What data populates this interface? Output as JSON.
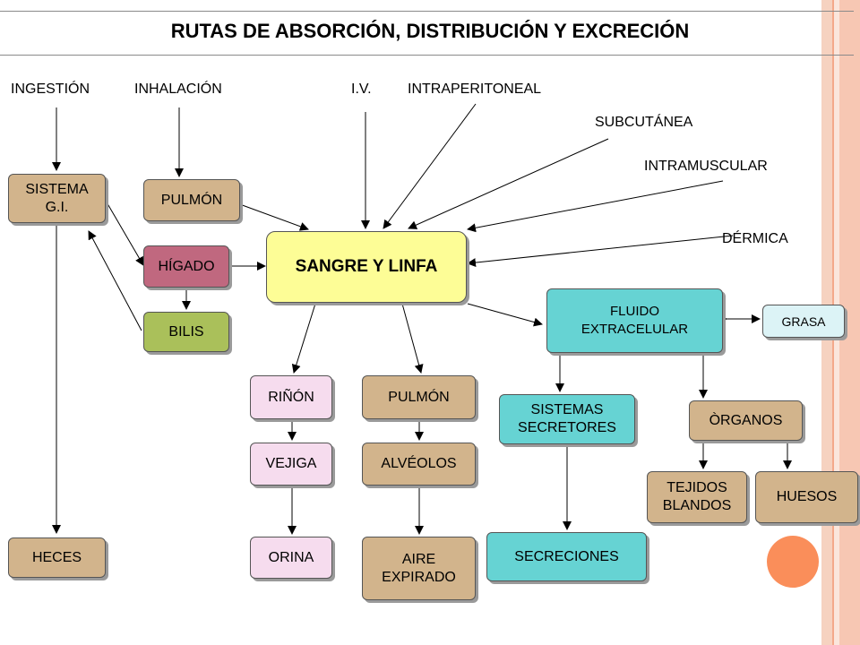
{
  "title": "RUTAS DE ABSORCIÓN, DISTRIBUCIÓN Y EXCRECIÓN",
  "routes": {
    "ingestion": "INGESTIÓN",
    "inhalacion": "INHALACIÓN",
    "iv": "I.V.",
    "intraperitoneal": "INTRAPERITONEAL",
    "subcutanea": "SUBCUTÁNEA",
    "intramuscular": "INTRAMUSCULAR",
    "dermica": "DÉRMICA"
  },
  "nodes": {
    "sistema_gi": "SISTEMA\nG.I.",
    "pulmon_top": "PULMÓN",
    "higado": "HÍGADO",
    "bilis": "BILIS",
    "sangre": "SANGRE Y LINFA",
    "heces": "HECES",
    "rinon": "RIÑÓN",
    "vejiga": "VEJIGA",
    "orina": "ORINA",
    "pulmon_bottom": "PULMÓN",
    "alveolos": "ALVÉOLOS",
    "aire": "AIRE\nEXPIRADO",
    "fluido": "FLUIDO\nEXTRACELULAR",
    "grasa": "GRASA",
    "sistemas_secretores": "SISTEMAS\nSECRETORES",
    "secreciones": "SECRECIONES",
    "organos": "ÒRGANOS",
    "tejidos": "TEJIDOS\nBLANDOS",
    "huesos": "HUESOS"
  },
  "colors": {
    "tan": "#d2b48c",
    "pink": "#f6dcee",
    "cyan": "#66d3d3",
    "green": "#aac05a",
    "mauve": "#c0687f",
    "yellow": "#fdfd96",
    "light_cyan": "#dcf3f6",
    "accent_dot": "#fa8e5a"
  }
}
